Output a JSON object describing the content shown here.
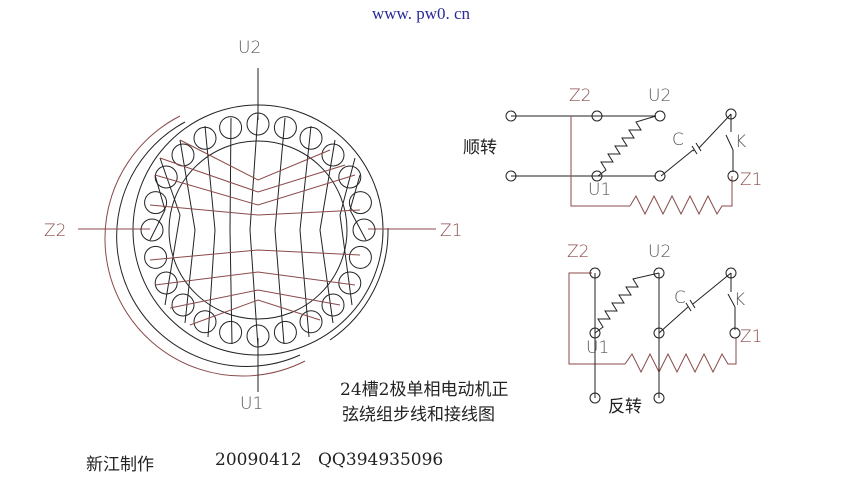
{
  "header": {
    "site": "www. pw0. cn"
  },
  "stator_diagram": {
    "labels": {
      "top": "U2",
      "bottom": "U1",
      "left": "Z2",
      "right": "Z1"
    },
    "slots": 24,
    "poles": 2,
    "colors": {
      "main_winding": "#222222",
      "aux_winding": "#8a4a4a"
    }
  },
  "forward_diagram": {
    "label": "顺转",
    "terminals": {
      "z2": "Z2",
      "u2": "U2",
      "u1": "U1",
      "z1": "Z1"
    },
    "capacitor": "C",
    "switch": "K"
  },
  "reverse_diagram": {
    "label": "反转",
    "terminals": {
      "z2": "Z2",
      "u2": "U2",
      "u1": "U1",
      "z1": "Z1"
    },
    "capacitor": "C",
    "switch": "K"
  },
  "title": {
    "line1": "24槽2极单相电动机正",
    "line2": "弦绕组步线和接线图"
  },
  "footer": {
    "author": "新江制作",
    "date": "20090412",
    "qq": "QQ394935096"
  }
}
